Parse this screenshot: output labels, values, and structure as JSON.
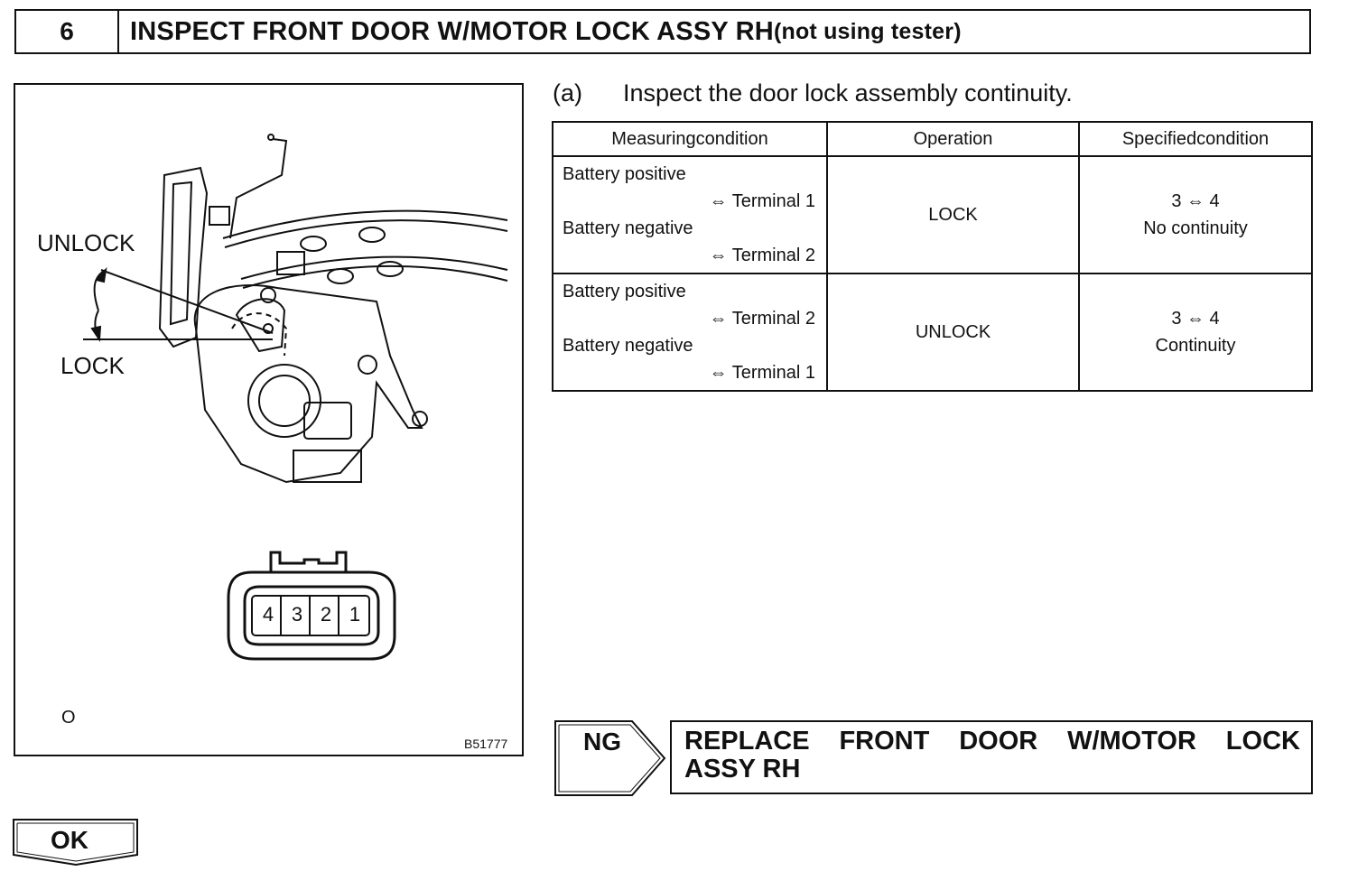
{
  "header": {
    "step_number": "6",
    "title_main": "INSPECT FRONT DOOR W/MOTOR LOCK ASSY RH",
    "title_sub": "(not using tester)"
  },
  "figure": {
    "unlock_label": "UNLOCK",
    "lock_label": "LOCK",
    "terminals": [
      "4",
      "3",
      "2",
      "1"
    ],
    "corner_mark": "O",
    "figure_code": "B51777"
  },
  "instruction": {
    "letter": "(a)",
    "text": "Inspect the door lock assembly continuity."
  },
  "table": {
    "headers": [
      "Measuringcondition",
      "Operation",
      "Specifiedcondition"
    ],
    "rows": [
      {
        "cond": [
          "Battery positive",
          "⇔ Terminal 1",
          "Battery negative",
          "⇔ Terminal 2"
        ],
        "operation": "LOCK",
        "spec": [
          "3 ⇔ 4",
          "No continuity"
        ]
      },
      {
        "cond": [
          "Battery positive",
          "⇔ Terminal 2",
          "Battery negative",
          "⇔ Terminal 1"
        ],
        "operation": "UNLOCK",
        "spec": [
          "3 ⇔ 4",
          "Continuity"
        ]
      }
    ]
  },
  "ng": {
    "label": "NG",
    "action_line1": [
      "REPLACE",
      "FRONT",
      "DOOR",
      "W/MOTOR",
      "LOCK"
    ],
    "action_line2": "ASSY RH"
  },
  "ok": {
    "label": "OK"
  }
}
